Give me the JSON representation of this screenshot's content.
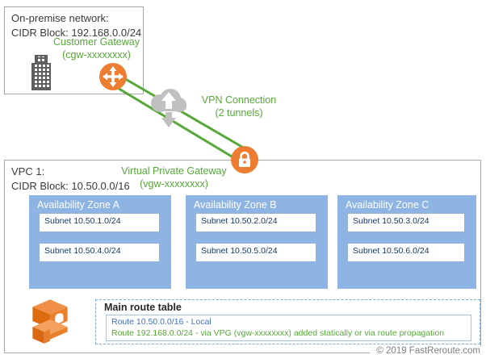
{
  "onprem": {
    "title": "On-premise network:",
    "cidr": "CIDR Block: 192.168.0.0/24"
  },
  "customer_gateway": {
    "label": "Customer Gateway",
    "id": "(cgw-xxxxxxxx)"
  },
  "vpn": {
    "label": "VPN Connection",
    "sub_label": "(2 tunnels)"
  },
  "virtual_private_gateway": {
    "label": "Virtual Private Gateway",
    "id": "(vgw-xxxxxxxx)"
  },
  "vpc": {
    "title": "VPC 1:",
    "cidr": "CIDR Block: 10.50.0.0/16"
  },
  "zones": [
    {
      "name": "Availability Zone A",
      "subnets": [
        "Subnet 10.50.1.0/24",
        "Subnet 10.50.4.0/24"
      ]
    },
    {
      "name": "Availability Zone B",
      "subnets": [
        "Subnet 10.50.2.0/24",
        "Subnet 10.50.5.0/24"
      ]
    },
    {
      "name": "Availability Zone C",
      "subnets": [
        "Subnet 10.50.3.0/24",
        "Subnet 10.50.6.0/24"
      ]
    }
  ],
  "route_table": {
    "title": "Main route table",
    "routes": [
      "Route 10.50.0.0/16 - Local",
      "Route 192.168.0.0/24 - via VPG (vgw-xxxxxxxx) added statically or via route propagation"
    ]
  },
  "footer": {
    "copyright": "© 2019 FastReroute.com"
  },
  "icons": {
    "building": "building-icon",
    "customer_gateway": "router-cross-arrows-icon",
    "vpn_cloud": "cloud-updown-arrows-icon",
    "vpg_lock": "lock-icon",
    "aws_vpc": "aws-vpc-logo"
  },
  "colors": {
    "green": "#56a839",
    "orange": "#ed7d31",
    "zone_blue": "#8eb4e3",
    "subnet_text": "#17375e",
    "route_local_blue": "#4472c4",
    "border_gray": "#a6a6a6",
    "cloud_gray": "#c0c0c0"
  }
}
